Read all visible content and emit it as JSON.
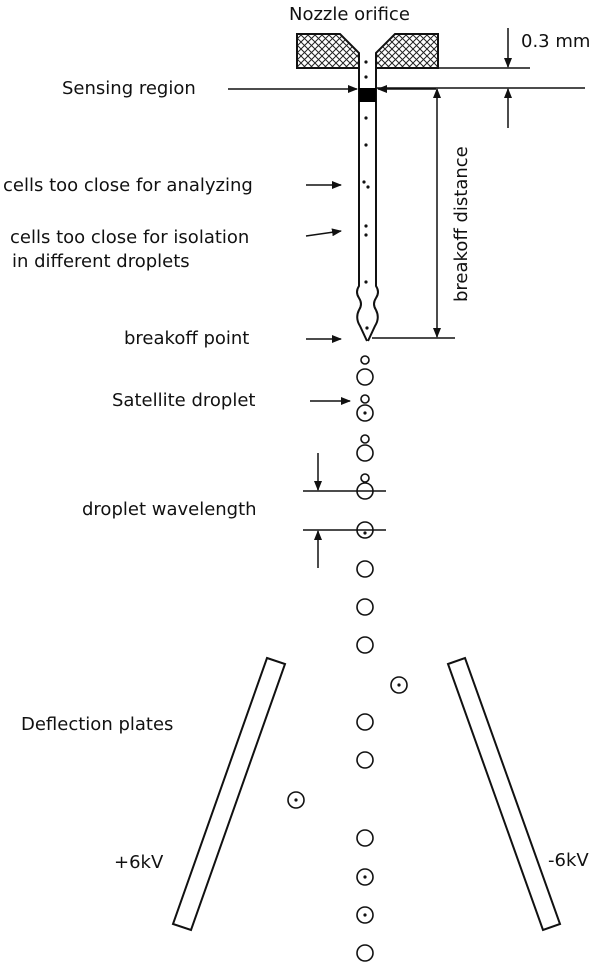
{
  "labels": {
    "nozzle_orifice": "Nozzle orifice",
    "dimension": "0.3 mm",
    "sensing_region": "Sensing region",
    "breakoff_distance": "breakoff distance",
    "cells_analyzing": "cells too close for analyzing",
    "cells_isolation_line1": "cells too close for isolation",
    "cells_isolation_line2": "in different droplets",
    "breakoff_point": "breakoff point",
    "satellite_droplet": "Satellite droplet",
    "droplet_wavelength": "droplet wavelength",
    "deflection_plates": "Deflection plates",
    "plus_voltage": "+6kV",
    "minus_voltage": "-6kV"
  },
  "colors": {
    "line": "#111111",
    "background": "#ffffff",
    "sensing_region_fill": "#000000",
    "hatch": "#222222"
  }
}
